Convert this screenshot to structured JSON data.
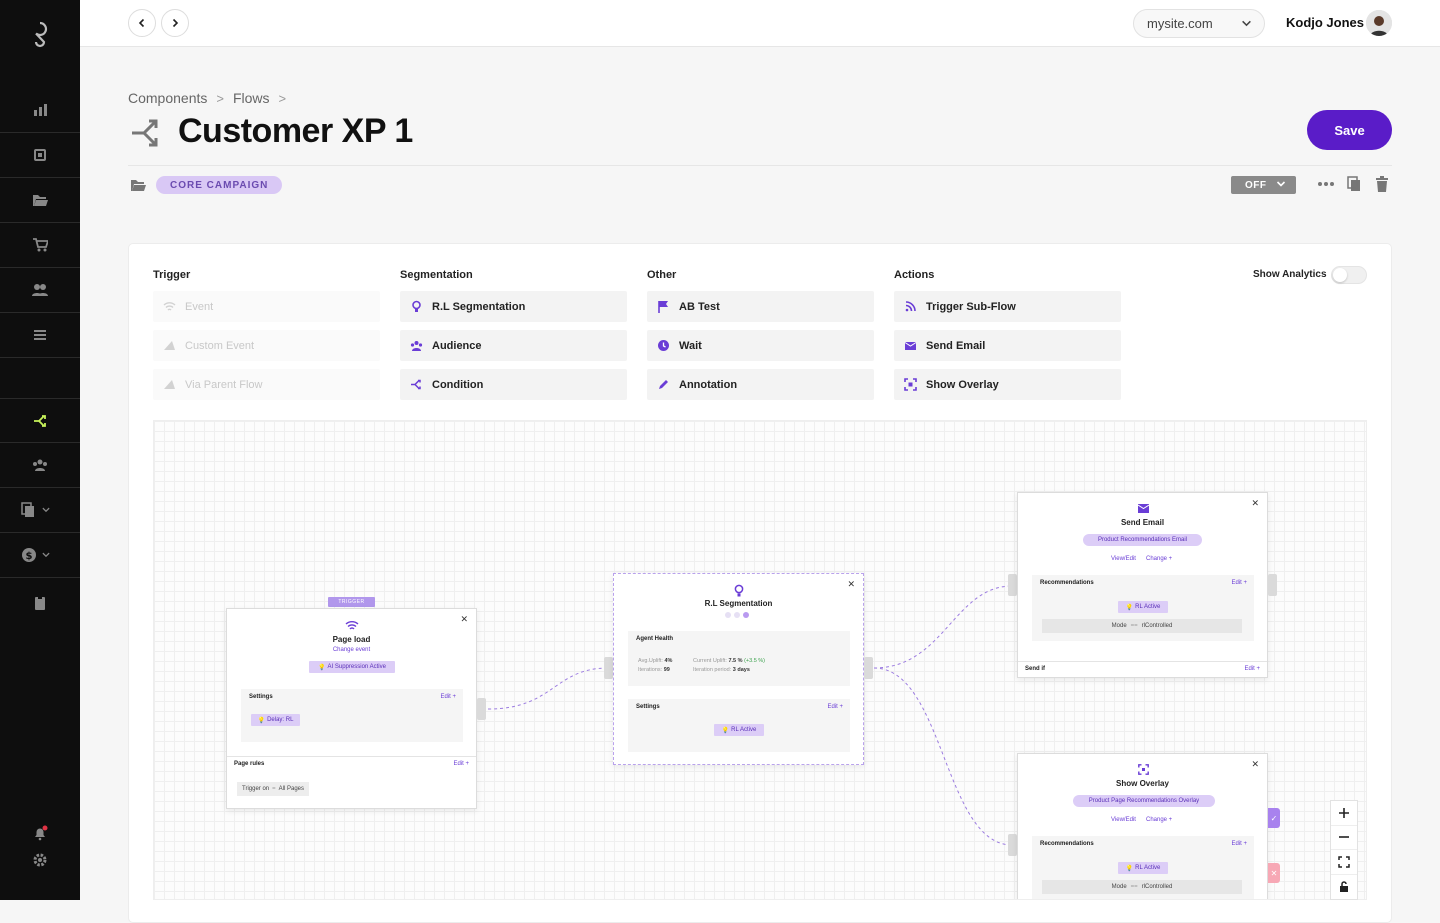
{
  "header": {
    "site": "mysite.com",
    "user_name": "Kodjo Jones"
  },
  "breadcrumb": [
    "Components",
    "Flows"
  ],
  "page": {
    "title": "Customer XP 1",
    "save_label": "Save",
    "tag": "CORE CAMPAIGN",
    "status": "OFF"
  },
  "palette": {
    "trigger": {
      "title": "Trigger",
      "items": [
        "Event",
        "Custom Event",
        "Via Parent Flow"
      ]
    },
    "segmentation": {
      "title": "Segmentation",
      "items": [
        "R.L Segmentation",
        "Audience",
        "Condition"
      ]
    },
    "other": {
      "title": "Other",
      "items": [
        "AB Test",
        "Wait",
        "Annotation"
      ]
    },
    "actions": {
      "title": "Actions",
      "items": [
        "Trigger Sub-Flow",
        "Send Email",
        "Show Overlay"
      ]
    },
    "show_analytics": "Show Analytics"
  },
  "nodes": {
    "trigger": {
      "badge": "TRIGGER",
      "title": "Page load",
      "change": "Change event",
      "pill": "AI Suppression Active",
      "settings": "Settings",
      "edit": "Edit +",
      "delay": "Delay: RL",
      "page_rules": "Page rules",
      "trigger_on": "Trigger on",
      "eq": "=",
      "all_pages": "All Pages"
    },
    "segmentation": {
      "title": "R.L Segmentation",
      "agent_health": "Agent Health",
      "avg_uplift_label": "Avg.Uplift:",
      "avg_uplift": "4%",
      "iterations_label": "Iterations:",
      "iterations": "99",
      "current_uplift_label": "Current Uplift:",
      "current_uplift": "7.5 %",
      "current_uplift_delta": "(+3.5 %)",
      "iteration_period_label": "Iteration period:",
      "iteration_period": "3 days",
      "settings": "Settings",
      "edit": "Edit +",
      "pill": "RL Active"
    },
    "email": {
      "title": "Send Email",
      "pill": "Product Recommendations Email",
      "view": "View/Edit",
      "change": "Change +",
      "recs": "Recommendations",
      "edit": "Edit +",
      "rl": "RL Active",
      "mode": "Mode",
      "eq": "==",
      "mode_val": "rlControlled",
      "send_if": "Send if"
    },
    "overlay": {
      "title": "Show Overlay",
      "pill": "Product Page Recommendations Overlay",
      "view": "View/Edit",
      "change": "Change +",
      "recs": "Recommendations",
      "edit": "Edit +",
      "rl": "RL Active",
      "mode": "Mode",
      "eq": "==",
      "mode_val": "rlControlled"
    }
  },
  "colors": {
    "accent": "#5a1cc8",
    "sidebar": "#0e0e0e",
    "active_icon": "#c7f25a",
    "pill_bg": "#dccdf7"
  }
}
